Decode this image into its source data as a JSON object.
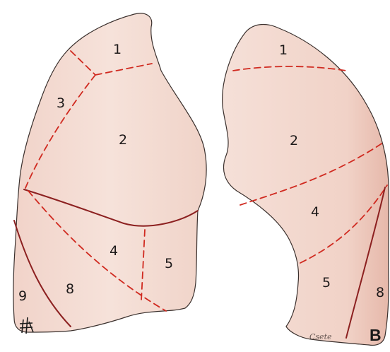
{
  "colors": {
    "lung_fill": "#f4dcd4",
    "lung_shade": "#e9c3b7",
    "outline": "#3a302d",
    "fissure": "#8c2020",
    "segment_line": "#d02a20",
    "label_text": "#1e1a1a"
  },
  "left_lung": {
    "segments": [
      "1",
      "2",
      "3",
      "4",
      "5",
      "8",
      "9"
    ]
  },
  "right_lung": {
    "segments": [
      "1",
      "2",
      "4",
      "5",
      "8"
    ],
    "panel_label": "B"
  },
  "marks": {
    "artist_mark_icon": "hash-stamp-icon",
    "signature": "Csete"
  }
}
